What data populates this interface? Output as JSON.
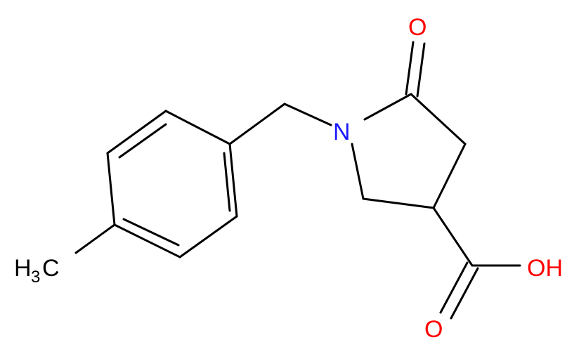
{
  "molecule": {
    "atom_labels": {
      "methyl_h": "H",
      "methyl_sub": "3",
      "methyl_c": "C",
      "nitrogen": "N",
      "ketone_o": "O",
      "hydroxyl": "OH",
      "carbonyl_o": "O"
    },
    "colors": {
      "bond": "#000000",
      "nitrogen": "#1a1aff",
      "oxygen": "#ff0000",
      "carbon_label": "#000000"
    }
  }
}
